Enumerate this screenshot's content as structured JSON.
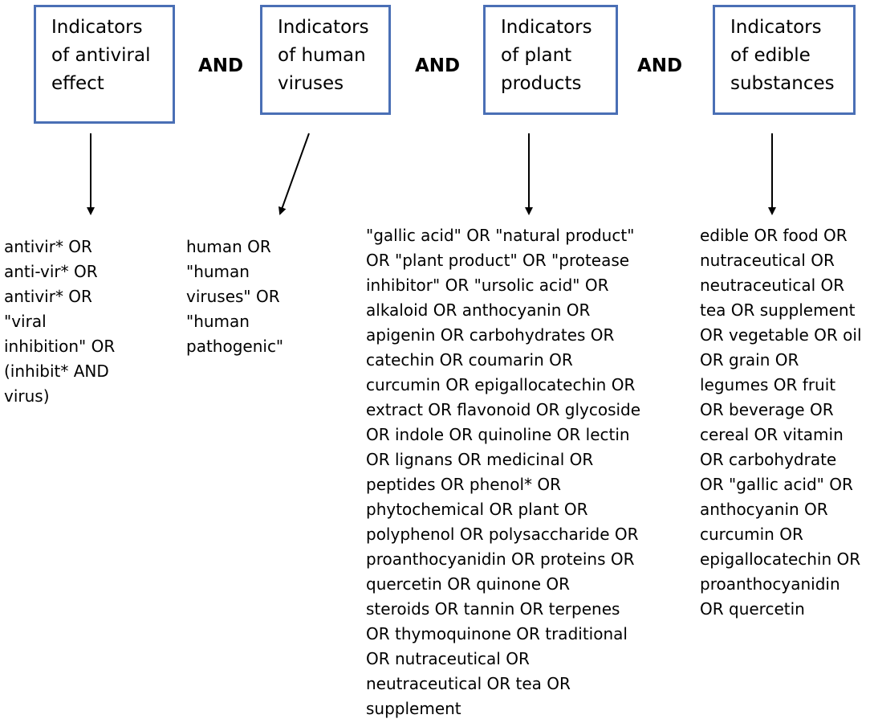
{
  "columns": [
    {
      "heading": "Indicators\nof antiviral\neffect",
      "terms": "antivir* OR\nanti-vir* OR\nantivir* OR\n\"viral\ninhibition\" OR\n(inhibit* AND\nvirus)"
    },
    {
      "heading": "Indicators\nof human\nviruses",
      "terms": "human OR\n\"human\nviruses\" OR\n\"human\npathogenic\""
    },
    {
      "heading": "Indicators\nof plant\nproducts",
      "terms": "\"gallic acid\" OR \"natural product\"\nOR \"plant product\" OR \"protease\ninhibitor\" OR \"ursolic acid\" OR\nalkaloid OR anthocyanin OR\napigenin OR carbohydrates OR\ncatechin OR coumarin OR\ncurcumin OR epigallocatechin OR\nextract OR flavonoid OR glycoside\nOR indole OR quinoline OR lectin\nOR lignans OR medicinal OR\npeptides OR phenol* OR\nphytochemical OR plant OR\npolyphenol OR polysaccharide OR\nproanthocyanidin OR proteins OR\nquercetin OR quinone OR\nsteroids OR tannin OR terpenes\nOR thymoquinone OR traditional\nOR nutraceutical OR\nneutraceutical OR tea OR\nsupplement"
    },
    {
      "heading": "Indicators\nof edible\nsubstances",
      "terms": "edible OR food OR\nnutraceutical OR\nneutraceutical OR\ntea OR supplement\nOR vegetable OR oil\nOR grain OR\nlegumes OR fruit\nOR beverage OR\ncereal OR vitamin\nOR carbohydrate\nOR \"gallic acid\" OR\nanthocyanin OR\ncurcumin OR\nepigallocatechin OR\nproanthocyanidin\nOR quercetin"
    }
  ],
  "connectors": [
    "AND",
    "AND",
    "AND"
  ],
  "colors": {
    "box_border": "#4a6fb5",
    "arrow": "#000000"
  }
}
